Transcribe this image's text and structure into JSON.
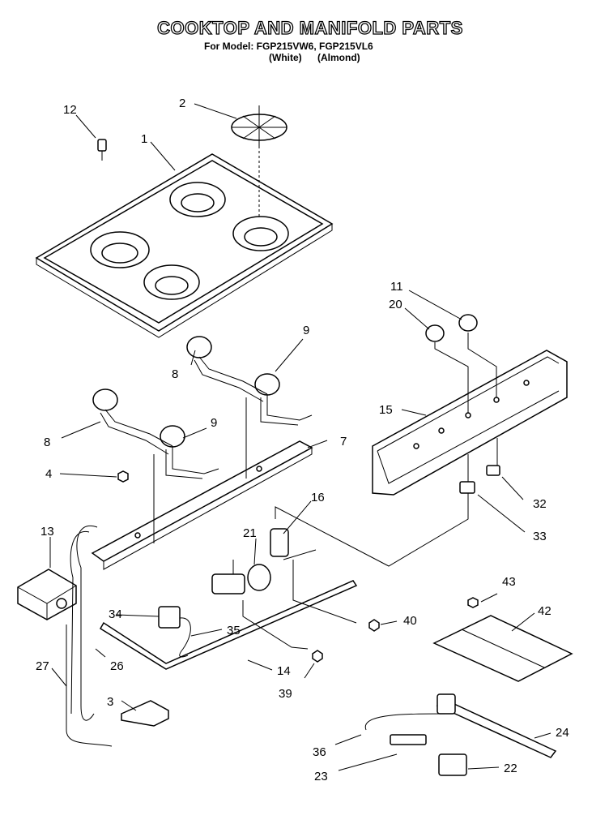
{
  "header": {
    "title": "COOKTOP AND MANIFOLD PARTS",
    "model_line": "For Model: FGP215VW6, FGP215VL6",
    "color_white": "(White)",
    "color_almond": "(Almond)"
  },
  "callouts": {
    "c1": "1",
    "c2": "2",
    "c3": "3",
    "c4": "4",
    "c7": "7",
    "c8a": "8",
    "c8b": "8",
    "c9a": "9",
    "c9b": "9",
    "c11": "11",
    "c12": "12",
    "c13": "13",
    "c14": "14",
    "c15": "15",
    "c16": "16",
    "c20": "20",
    "c21": "21",
    "c22": "22",
    "c23": "23",
    "c24": "24",
    "c26": "26",
    "c27": "27",
    "c32": "32",
    "c33": "33",
    "c34": "34",
    "c35": "35",
    "c36": "36",
    "c39": "39",
    "c40": "40",
    "c42": "42",
    "c43": "43"
  }
}
